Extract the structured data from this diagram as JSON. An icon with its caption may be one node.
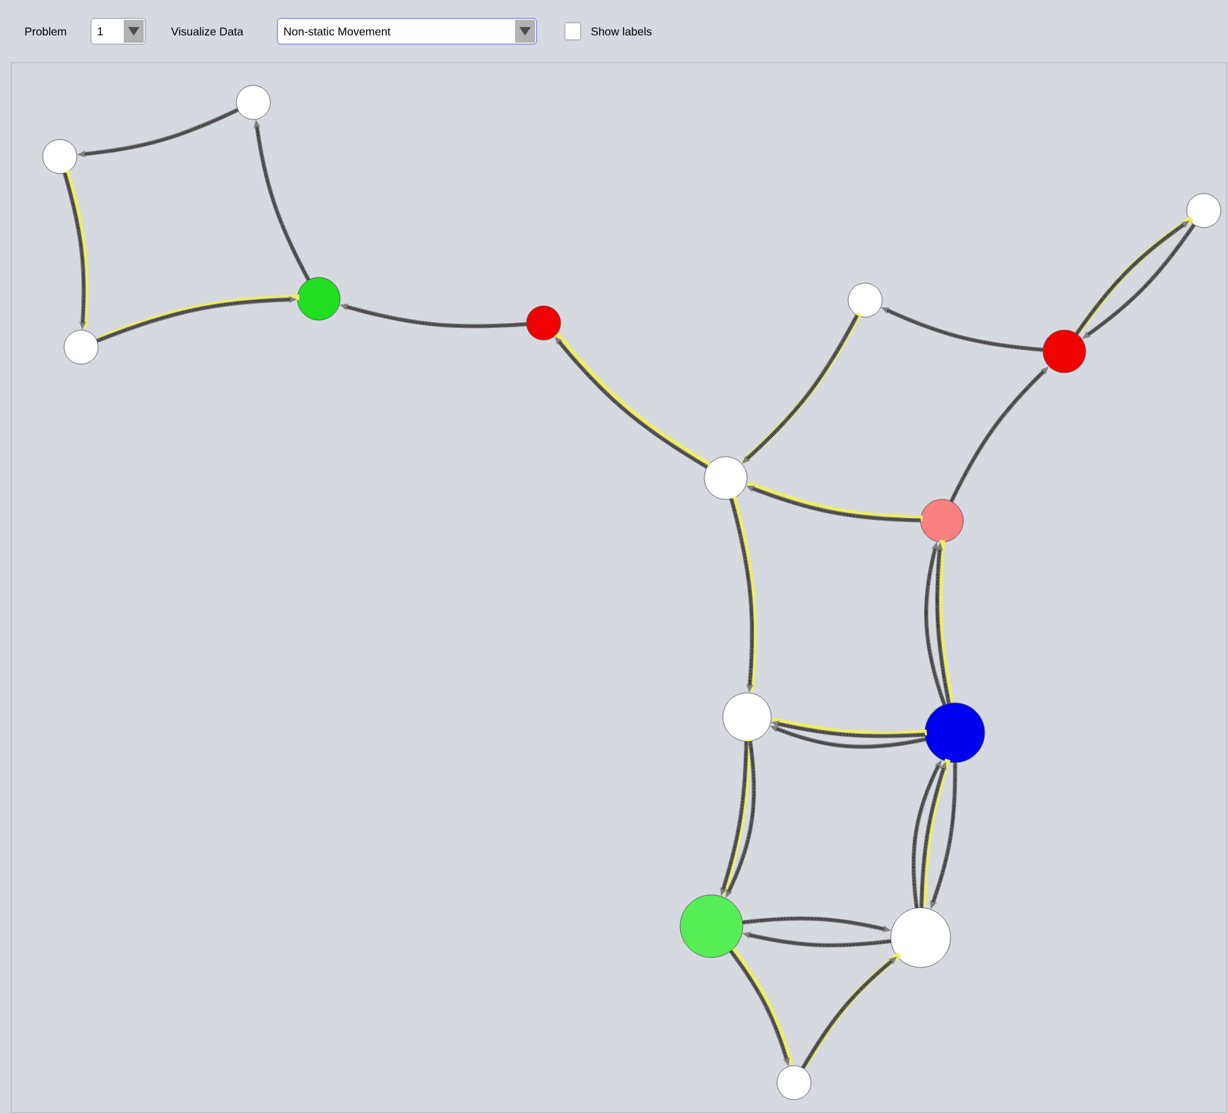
{
  "diagram": {
    "nodes": [
      {
        "text": [],
        "shape": "circle"
      },
      {
        "text": [],
        "shape": "circle"
      },
      {
        "text": [],
        "shape": "circle"
      },
      {
        "text": [],
        "shape": "circle"
      },
      {
        "text": [],
        "shape": "circle"
      },
      {
        "text": [],
        "shape": "circle"
      },
      {
        "text": [],
        "shape": "circle"
      },
      {
        "text": [],
        "shape": "circle"
      },
      {
        "text": [],
        "shape": "circle"
      },
      {
        "text": [],
        "shape": "circle"
      },
      {
        "text": [],
        "shape": "circle"
      },
      {
        "text": [],
        "shape": "circle"
      },
      {
        "text": [],
        "shape": "circle"
      },
      {
        "text": [],
        "shape": "circle"
      },
      {
        "text": [],
        "shape": "circle"
      }
    ],
    "edges": [
      {
        "from": 0,
        "to": 2,
        "arrow": "to"
      },
      {
        "from": 2,
        "to": 6,
        "arrow": "to"
      },
      {
        "from": 6,
        "to": 3,
        "arrow": "to"
      },
      {
        "from": 3,
        "to": 0,
        "arrow": "to"
      },
      {
        "from": 5,
        "to": 3,
        "arrow": "to"
      },
      {
        "from": 8,
        "to": 5,
        "arrow": "to"
      },
      {
        "from": 4,
        "to": 8,
        "arrow": "to"
      },
      {
        "from": 7,
        "to": 4,
        "arrow": "to"
      },
      {
        "from": 1,
        "to": 7,
        "arrow": "to"
      },
      {
        "from": 7,
        "to": 1,
        "arrow": "to"
      },
      {
        "from": 9,
        "to": 7,
        "arrow": "to"
      },
      {
        "from": 9,
        "to": 8,
        "arrow": "to"
      },
      {
        "from": 8,
        "to": 10,
        "arrow": "to"
      },
      {
        "from": 11,
        "to": 9,
        "arrow": "to"
      },
      {
        "from": 11,
        "to": 9,
        "arrow": "to"
      },
      {
        "from": 11,
        "to": 10,
        "arrow": "to"
      },
      {
        "from": 11,
        "to": 10,
        "arrow": "to"
      },
      {
        "from": 10,
        "to": 12,
        "arrow": "to"
      },
      {
        "from": 10,
        "to": 12,
        "arrow": "to"
      },
      {
        "from": 11,
        "to": 13,
        "arrow": "to"
      },
      {
        "from": 13,
        "to": 11,
        "arrow": "to"
      },
      {
        "from": 13,
        "to": 11,
        "arrow": "to"
      },
      {
        "from": 13,
        "to": 12,
        "arrow": "to"
      },
      {
        "from": 12,
        "to": 13,
        "arrow": "to"
      },
      {
        "from": 12,
        "to": 14,
        "arrow": "to"
      },
      {
        "from": 14,
        "to": 13,
        "arrow": "to"
      }
    ],
    "labels": [
      "Problem",
      "1",
      "Visualize Data",
      "Non-static Movement",
      "Show labels"
    ]
  }
}
